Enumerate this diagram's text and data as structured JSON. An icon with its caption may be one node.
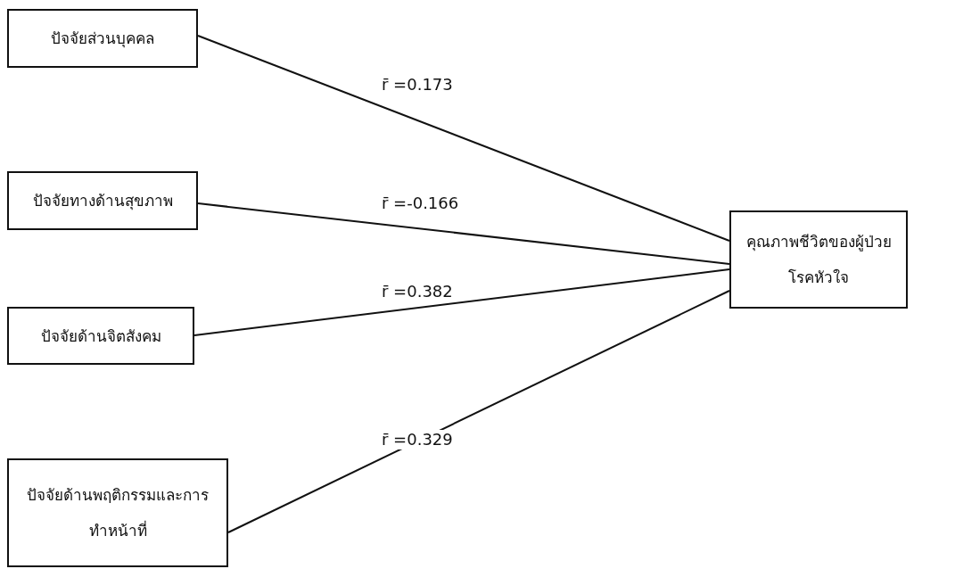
{
  "diagram": {
    "nodes": [
      {
        "text": [
          "ปัจจัยส่วนบุคคล"
        ]
      },
      {
        "text": [
          "ปัจจัยทางด้านสุขภาพ"
        ]
      },
      {
        "text": [
          "ปัจจัยด้านจิตสังคม"
        ]
      },
      {
        "text": [
          "ปัจจัยด้านพฤติกรรมและการทำหน้าที่"
        ]
      },
      {
        "text": [
          "คุณภาพชีวิตของผู้ป่วยโรคหัวใจ"
        ]
      }
    ],
    "edges": [
      {
        "from": 0,
        "to": 4,
        "arrow": "none",
        "label": "r̄ =0.173"
      },
      {
        "from": 1,
        "to": 4,
        "arrow": "none",
        "label": "r̄ =-0.166"
      },
      {
        "from": 2,
        "to": 4,
        "arrow": "none",
        "label": "r̄ =0.382"
      },
      {
        "from": 3,
        "to": 4,
        "arrow": "none",
        "label": "r̄ =0.329"
      }
    ]
  }
}
